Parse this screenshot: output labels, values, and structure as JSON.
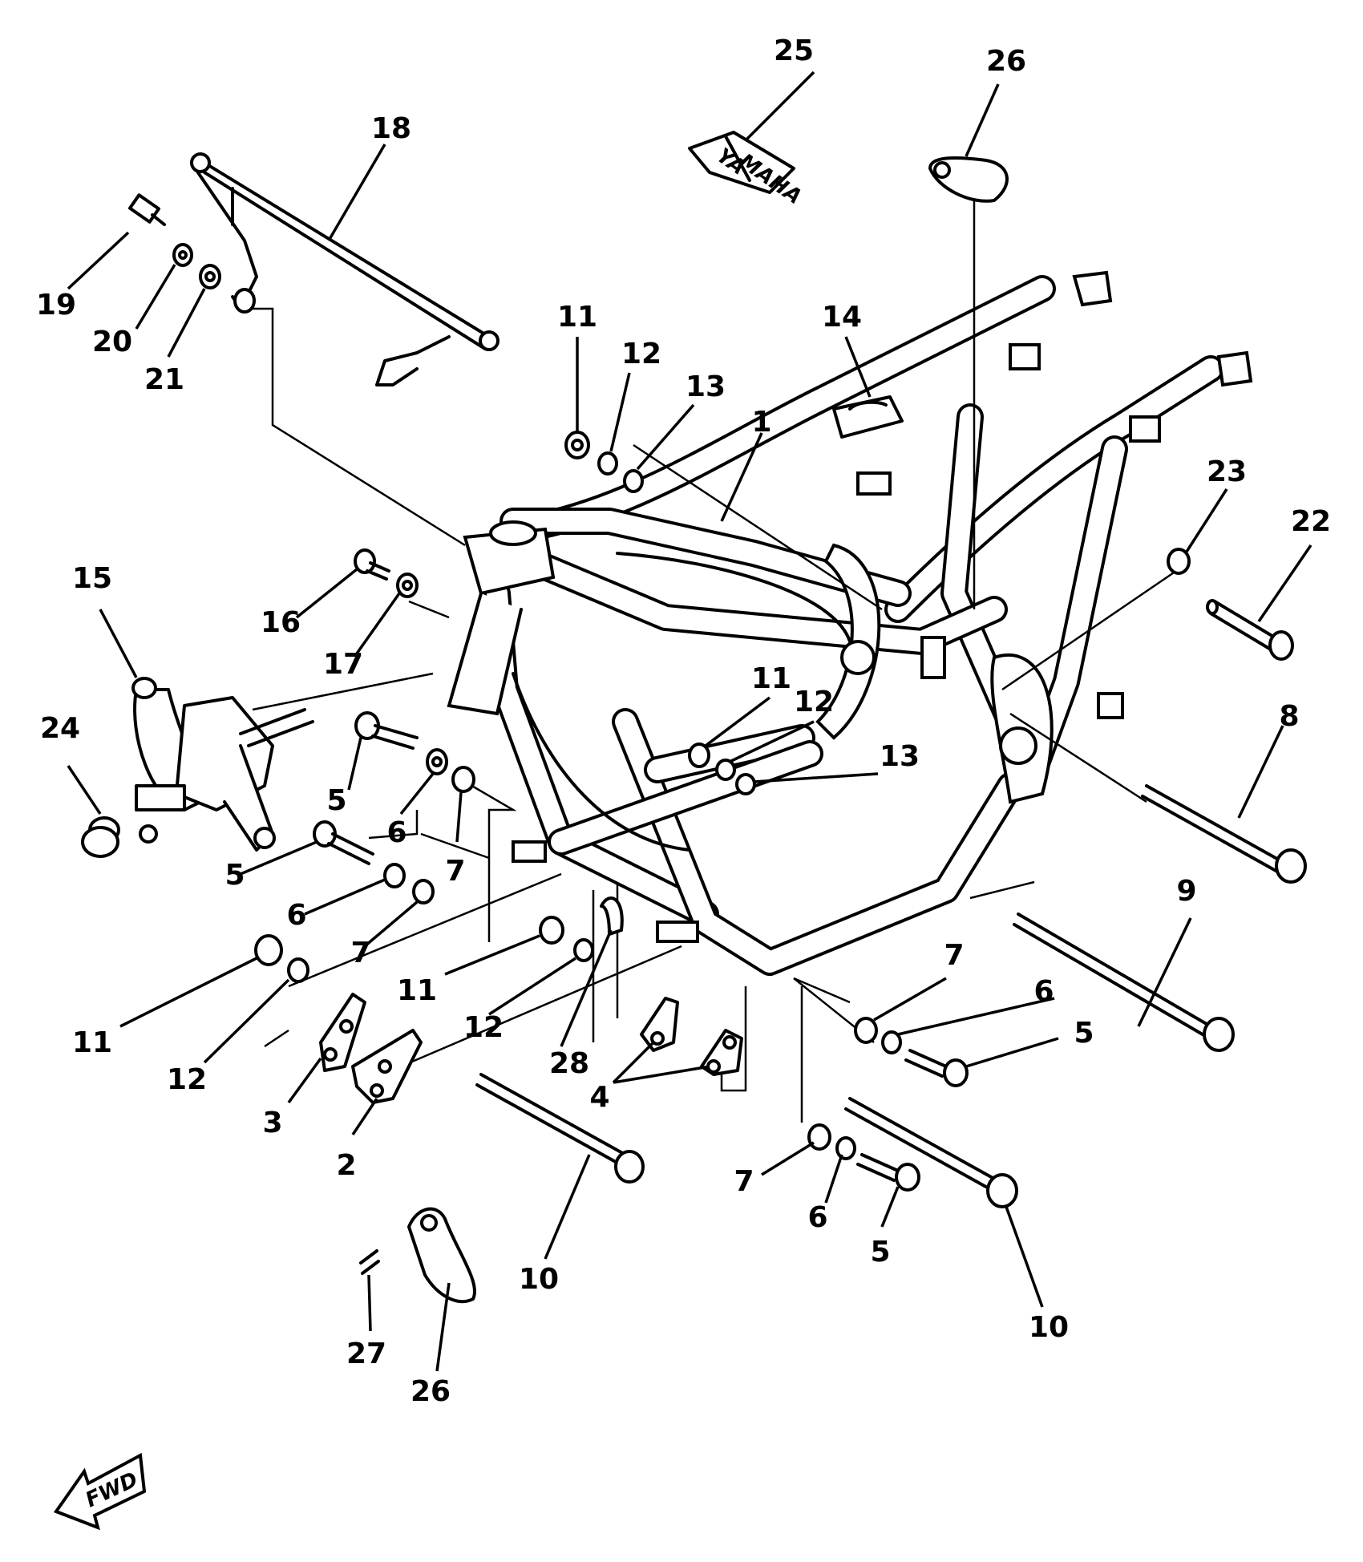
{
  "diagram": {
    "callouts": [
      {
        "id": "c25",
        "text": "25"
      },
      {
        "id": "c26a",
        "text": "26"
      },
      {
        "id": "c18",
        "text": "18"
      },
      {
        "id": "c19",
        "text": "19"
      },
      {
        "id": "c20",
        "text": "20"
      },
      {
        "id": "c21",
        "text": "21"
      },
      {
        "id": "c11a",
        "text": "11"
      },
      {
        "id": "c12a",
        "text": "12"
      },
      {
        "id": "c13a",
        "text": "13"
      },
      {
        "id": "c14",
        "text": "14"
      },
      {
        "id": "c1",
        "text": "1"
      },
      {
        "id": "c23",
        "text": "23"
      },
      {
        "id": "c22",
        "text": "22"
      },
      {
        "id": "c15",
        "text": "15"
      },
      {
        "id": "c16",
        "text": "16"
      },
      {
        "id": "c17",
        "text": "17"
      },
      {
        "id": "c24",
        "text": "24"
      },
      {
        "id": "c5a",
        "text": "5"
      },
      {
        "id": "c6a",
        "text": "6"
      },
      {
        "id": "c7a",
        "text": "7"
      },
      {
        "id": "c11b",
        "text": "11"
      },
      {
        "id": "c12b",
        "text": "12"
      },
      {
        "id": "c13b",
        "text": "13"
      },
      {
        "id": "c8",
        "text": "8"
      },
      {
        "id": "c5b",
        "text": "5"
      },
      {
        "id": "c6b",
        "text": "6"
      },
      {
        "id": "c7b",
        "text": "7"
      },
      {
        "id": "c9",
        "text": "9"
      },
      {
        "id": "c11c",
        "text": "11"
      },
      {
        "id": "c12c",
        "text": "12"
      },
      {
        "id": "c11d",
        "text": "11"
      },
      {
        "id": "c12d",
        "text": "12"
      },
      {
        "id": "c28",
        "text": "28"
      },
      {
        "id": "c7c",
        "text": "7"
      },
      {
        "id": "c6c",
        "text": "6"
      },
      {
        "id": "c5c",
        "text": "5"
      },
      {
        "id": "c3",
        "text": "3"
      },
      {
        "id": "c2",
        "text": "2"
      },
      {
        "id": "c4",
        "text": "4"
      },
      {
        "id": "c10a",
        "text": "10"
      },
      {
        "id": "c7d",
        "text": "7"
      },
      {
        "id": "c6d",
        "text": "6"
      },
      {
        "id": "c5d",
        "text": "5"
      },
      {
        "id": "c10b",
        "text": "10"
      },
      {
        "id": "c27",
        "text": "27"
      },
      {
        "id": "c26b",
        "text": "26"
      }
    ],
    "emblem_text_1": "YA",
    "emblem_text_2": "MAHA",
    "fwd_label": "FWD"
  }
}
